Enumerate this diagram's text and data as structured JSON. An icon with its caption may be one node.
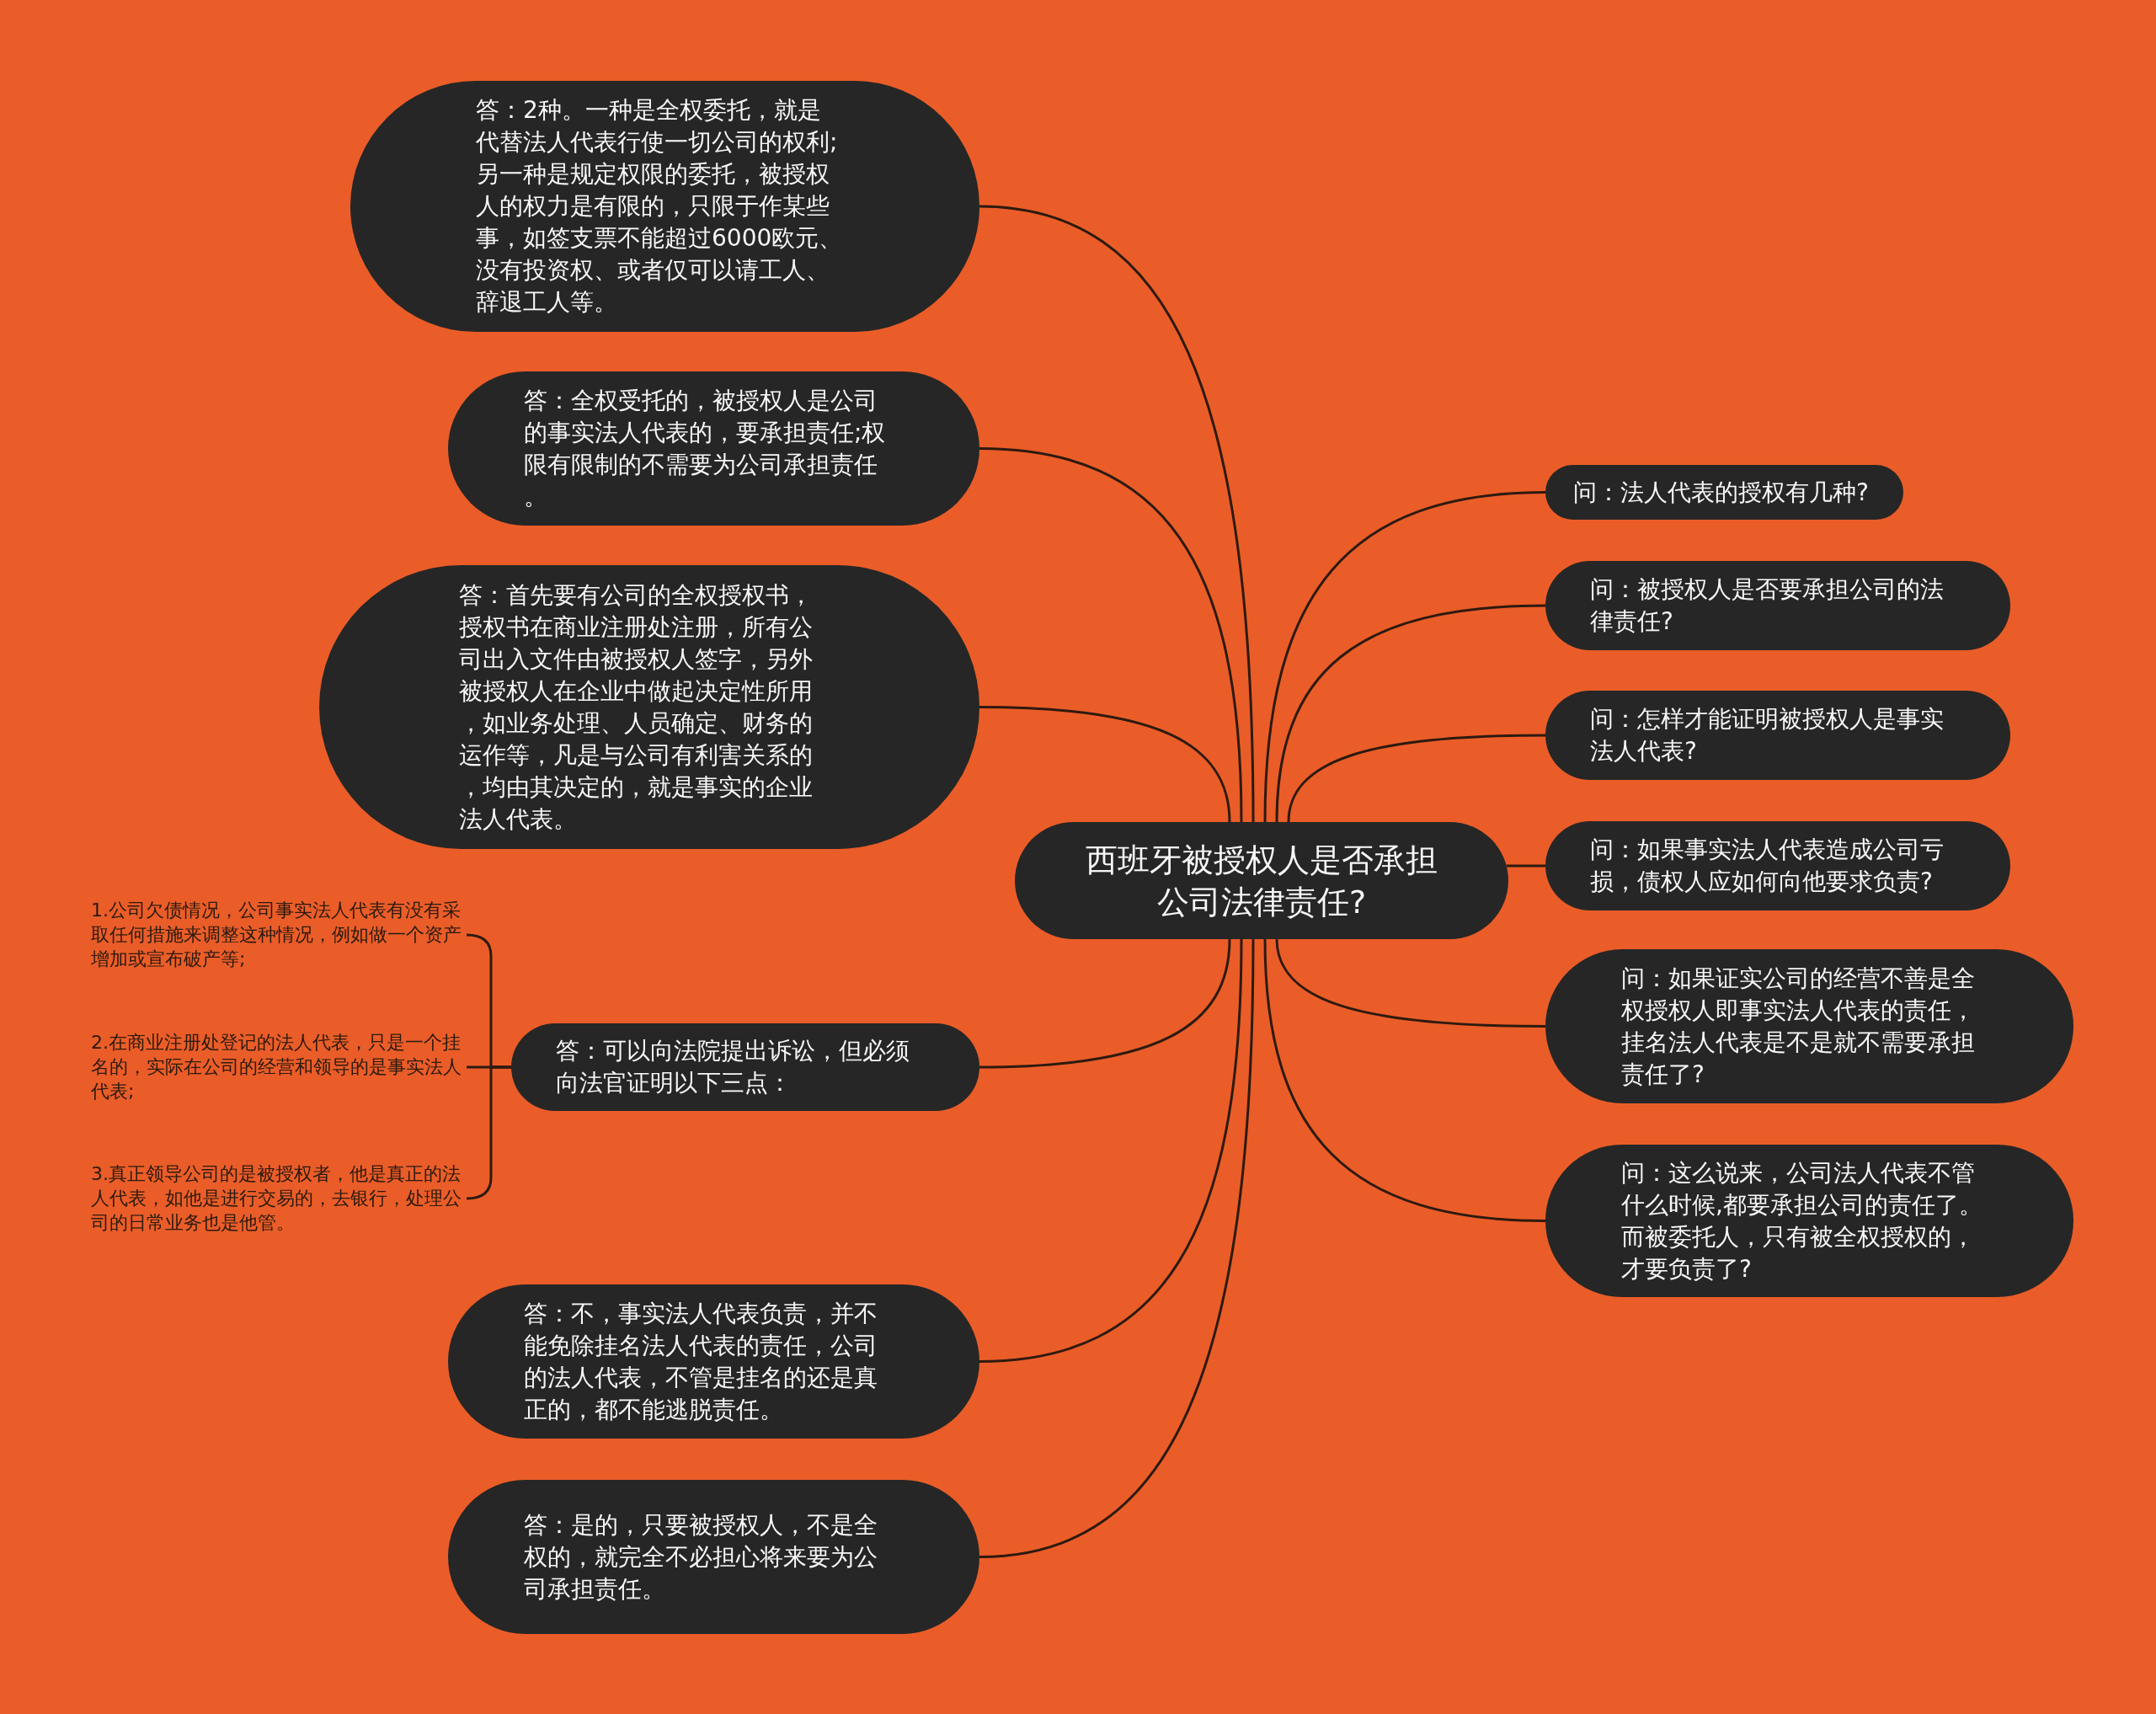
{
  "diagram": {
    "nodes": [
      {
        "text": [
          "西班牙被授权人是否承担公司法律责任?"
        ]
      },
      {
        "text": [
          "答：2种。一种是全权委托，就是代替法人代表行使一切公司的权利;另一种是规定权限的委托，被授权人的权力是有限的，只限于作某些事，如签支票不能超过6000欧元、没有投资权、或者仅可以请工人、辞退工人等。"
        ]
      },
      {
        "text": [
          "答：全权受托的，被授权人是公司的事实法人代表的，要承担责任;权限有限制的不需要为公司承担责任。"
        ]
      },
      {
        "text": [
          "答：首先要有公司的全权授权书，授权书在商业注册处注册，所有公司出入文件由被授权人签字，另外被授权人在企业中做起决定性所用，如业务处理、人员确定、财务的运作等，凡是与公司有利害关系的，均由其决定的，就是事实的企业法人代表。"
        ]
      },
      {
        "text": [
          "答：可以向法院提出诉讼，但必须向法官证明以下三点："
        ]
      },
      {
        "text": [
          "1.公司欠债情况，公司事实法人代表有没有采取任何措施来调整这种情况，例如做一个资产增加或宣布破产等;"
        ]
      },
      {
        "text": [
          "2.在商业注册处登记的法人代表，只是一个挂名的，实际在公司的经营和领导的是事实法人代表;"
        ]
      },
      {
        "text": [
          "3.真正领导公司的是被授权者，他是真正的法人代表，如他是进行交易的，去银行，处理公司的日常业务也是他管。"
        ]
      },
      {
        "text": [
          "答：不，事实法人代表负责，并不能免除挂名法人代表的责任，公司的法人代表，不管是挂名的还是真正的，都不能逃脱责任。"
        ]
      },
      {
        "text": [
          "答：是的，只要被授权人，不是全权的，就完全不必担心将来要为公司承担责任。"
        ]
      },
      {
        "text": [
          "问：法人代表的授权有几种?"
        ]
      },
      {
        "text": [
          "问：被授权人是否要承担公司的法律责任?"
        ]
      },
      {
        "text": [
          "问：怎样才能证明被授权人是事实法人代表?"
        ]
      },
      {
        "text": [
          "问：如果事实法人代表造成公司亏损，债权人应如何向他要求负责?"
        ]
      },
      {
        "text": [
          "问：如果证实公司的经营不善是全权授权人即事实法人代表的责任，挂名法人代表是不是就不需要承担责任了?"
        ]
      },
      {
        "text": [
          "问：这么说来，公司法人代表不管什么时候,都要承担公司的责任了。而被委托人，只有被全权授权的，才要负责了?"
        ]
      }
    ],
    "edges": [
      {
        "from": 0,
        "to": 1,
        "arrow": "none"
      },
      {
        "from": 0,
        "to": 2,
        "arrow": "none"
      },
      {
        "from": 0,
        "to": 3,
        "arrow": "none"
      },
      {
        "from": 0,
        "to": 4,
        "arrow": "none"
      },
      {
        "from": 0,
        "to": 8,
        "arrow": "none"
      },
      {
        "from": 0,
        "to": 9,
        "arrow": "none"
      },
      {
        "from": 0,
        "to": 10,
        "arrow": "none"
      },
      {
        "from": 0,
        "to": 11,
        "arrow": "none"
      },
      {
        "from": 0,
        "to": 12,
        "arrow": "none"
      },
      {
        "from": 0,
        "to": 13,
        "arrow": "none"
      },
      {
        "from": 0,
        "to": 14,
        "arrow": "none"
      },
      {
        "from": 0,
        "to": 15,
        "arrow": "none"
      },
      {
        "from": 4,
        "to": 5,
        "arrow": "none"
      },
      {
        "from": 4,
        "to": 6,
        "arrow": "none"
      },
      {
        "from": 4,
        "to": 7,
        "arrow": "none"
      }
    ]
  }
}
